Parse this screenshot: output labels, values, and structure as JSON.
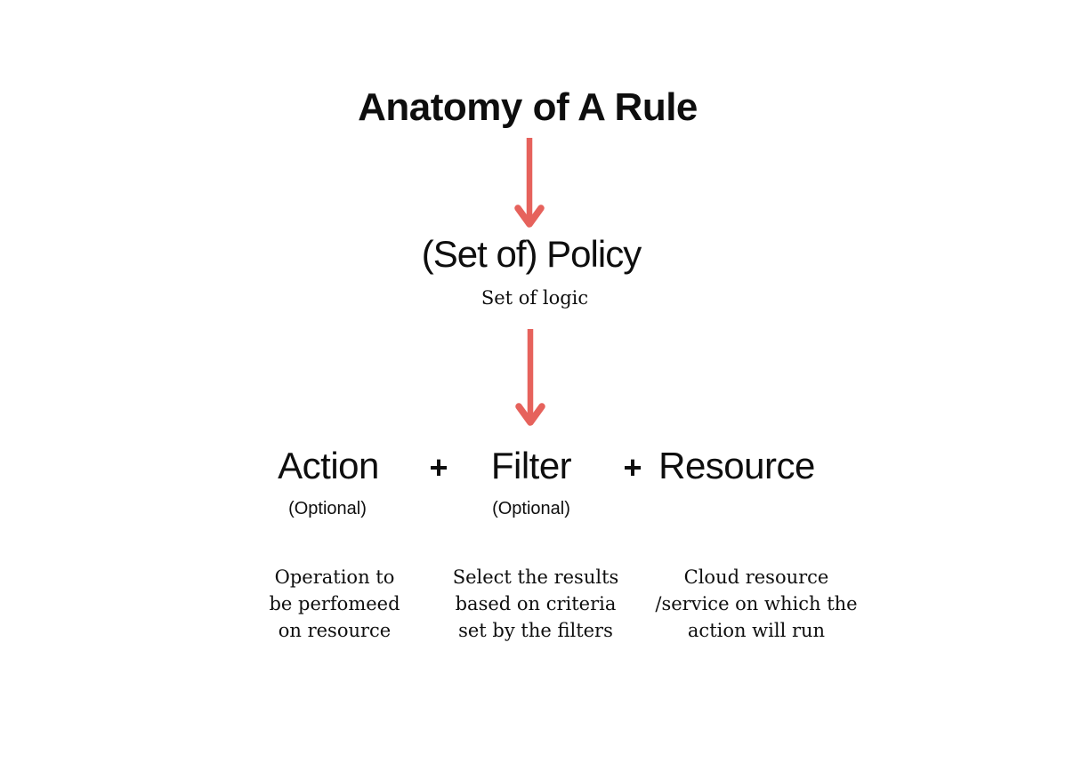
{
  "title": "Anatomy of A Rule",
  "arrow_color": "#E6625C",
  "text_color": "#0E0E0E",
  "background_color": "#FFFFFF",
  "policy": {
    "heading": "(Set of) Policy",
    "subheading": "Set of logic"
  },
  "plus_sign": "+",
  "components": [
    {
      "label": "Action",
      "note": "(Optional)",
      "description": "Operation to\nbe perfomeed\non resource"
    },
    {
      "label": "Filter",
      "note": "(Optional)",
      "description": "Select the results\nbased on criteria\nset by the filters"
    },
    {
      "label": "Resource",
      "note": "",
      "description": "Cloud resource\n/service on which the\naction will run"
    }
  ]
}
